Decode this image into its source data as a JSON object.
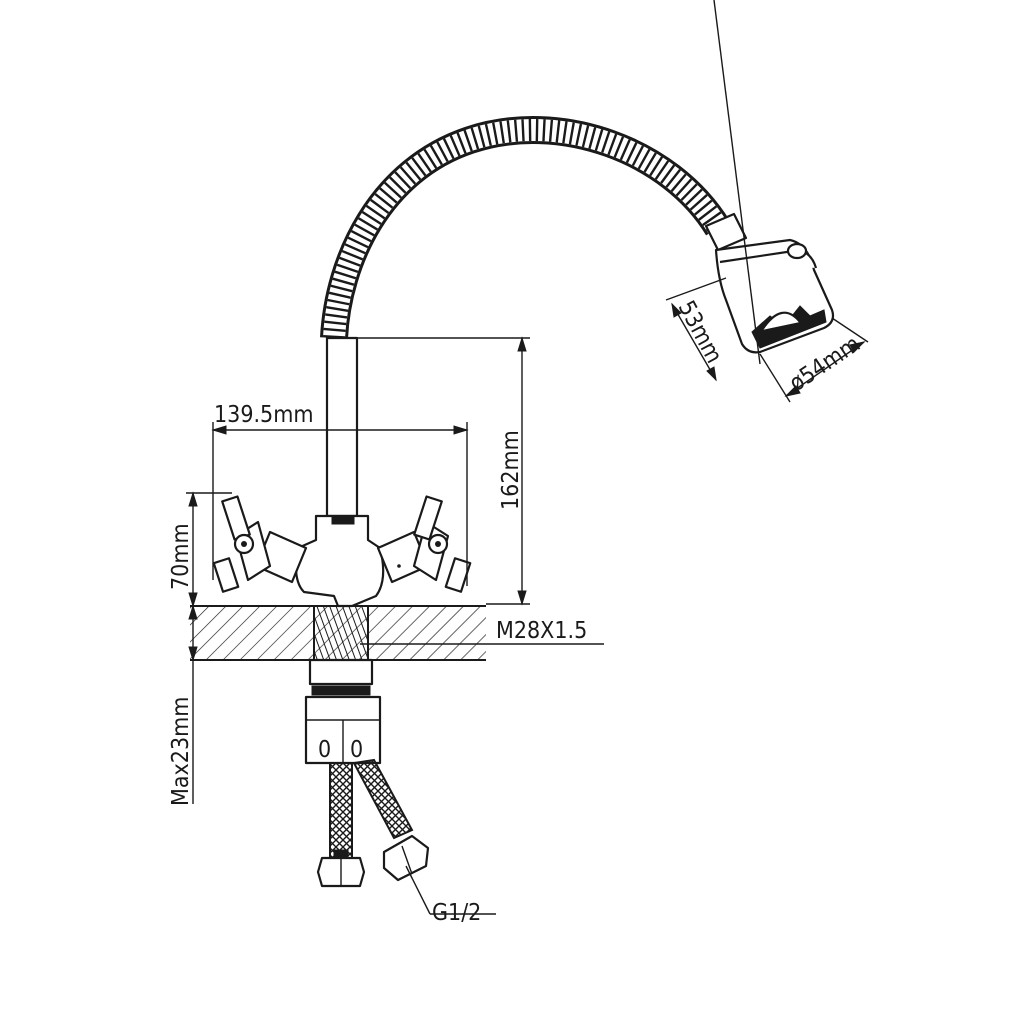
{
  "diagram": {
    "dimensions": {
      "handle_span": "139.5mm",
      "spout_height": "162mm",
      "handle_height": "70mm",
      "thread": "M28X1.5",
      "max_thickness": "Max23mm",
      "head_length": "53mm",
      "head_diameter": "ø54mm",
      "hose_connection": "G1/2"
    },
    "marks": {
      "left_nut_mark": "0",
      "right_nut_mark": "0"
    }
  }
}
